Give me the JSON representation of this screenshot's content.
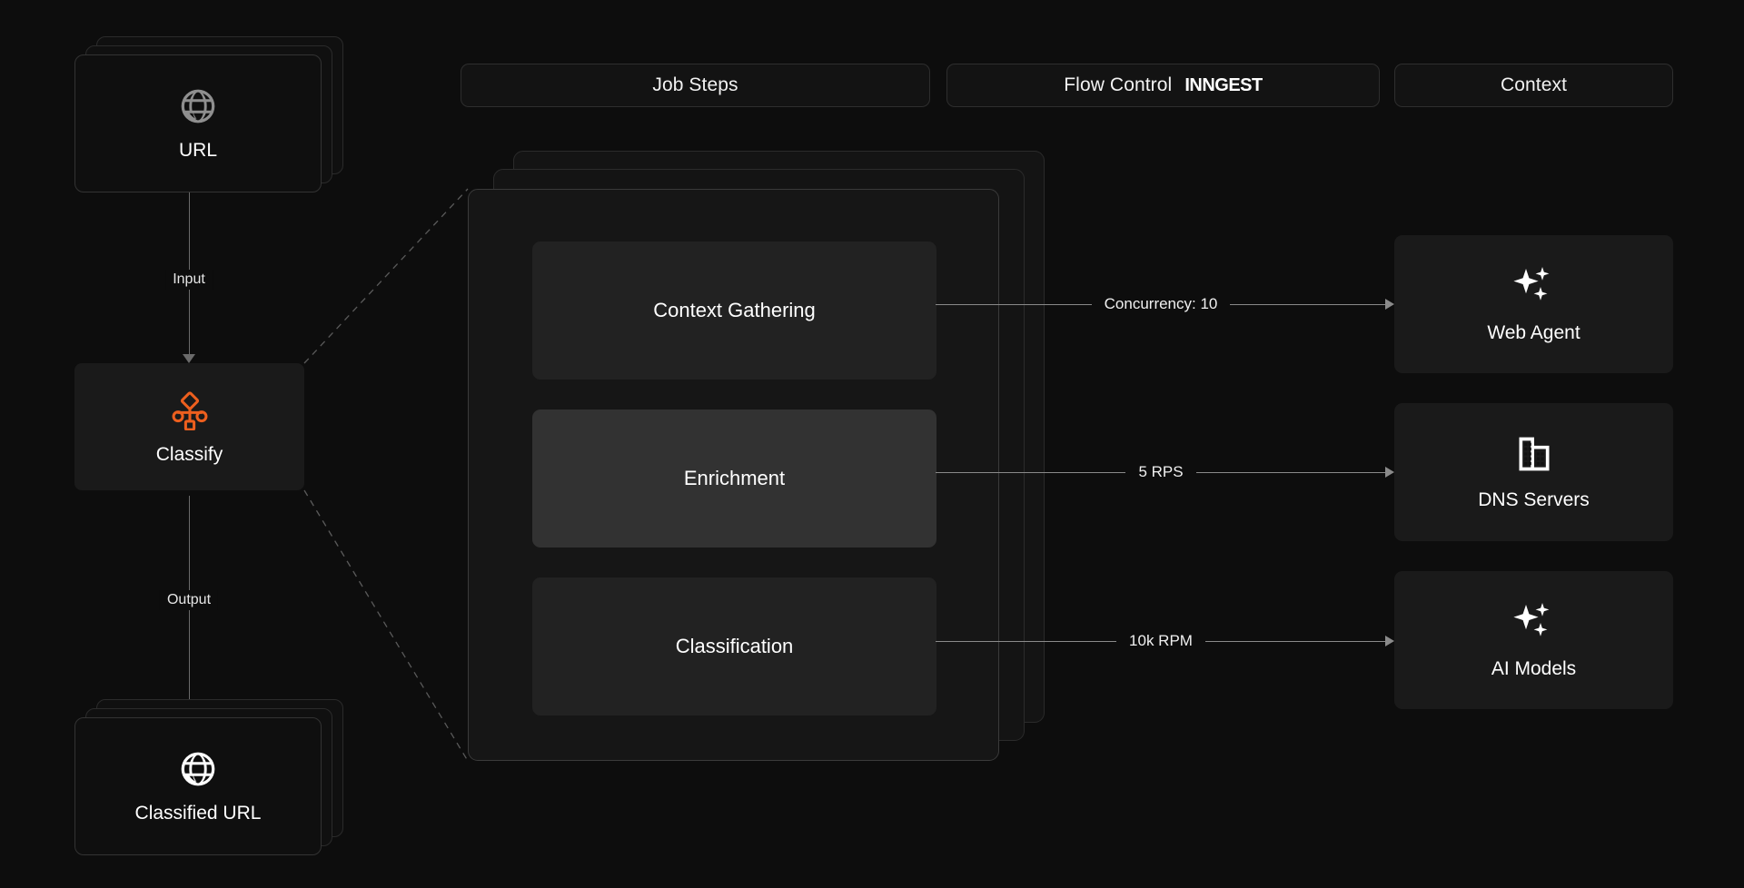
{
  "headers": {
    "job_steps": "Job Steps",
    "flow_control": "Flow Control",
    "brand": "INNGEST",
    "context": "Context"
  },
  "left_column": {
    "input_card": {
      "label": "URL",
      "icon": "globe-icon"
    },
    "input_edge_label": "Input",
    "process_node": {
      "label": "Classify",
      "icon": "workflow-branch-icon",
      "accent": "#ED5F1E"
    },
    "output_edge_label": "Output",
    "output_card": {
      "label": "Classified URL",
      "icon": "globe-icon"
    }
  },
  "job_steps": [
    {
      "label": "Context Gathering",
      "highlighted": false
    },
    {
      "label": "Enrichment",
      "highlighted": true
    },
    {
      "label": "Classification",
      "highlighted": false
    }
  ],
  "flow_control_edges": [
    {
      "label": "Concurrency: 10"
    },
    {
      "label": "5 RPS"
    },
    {
      "label": "10k RPM"
    }
  ],
  "context_cards": [
    {
      "label": "Web Agent",
      "icon": "sparkles-icon"
    },
    {
      "label": "DNS Servers",
      "icon": "building-icon"
    },
    {
      "label": "AI Models",
      "icon": "sparkles-icon"
    }
  ],
  "colors": {
    "background": "#0d0d0d",
    "card": "#1a1a1a",
    "border": "#2e2e2e",
    "accent_orange": "#ED5F1E",
    "edge": "#8a8a8a",
    "text": "#ffffff"
  }
}
